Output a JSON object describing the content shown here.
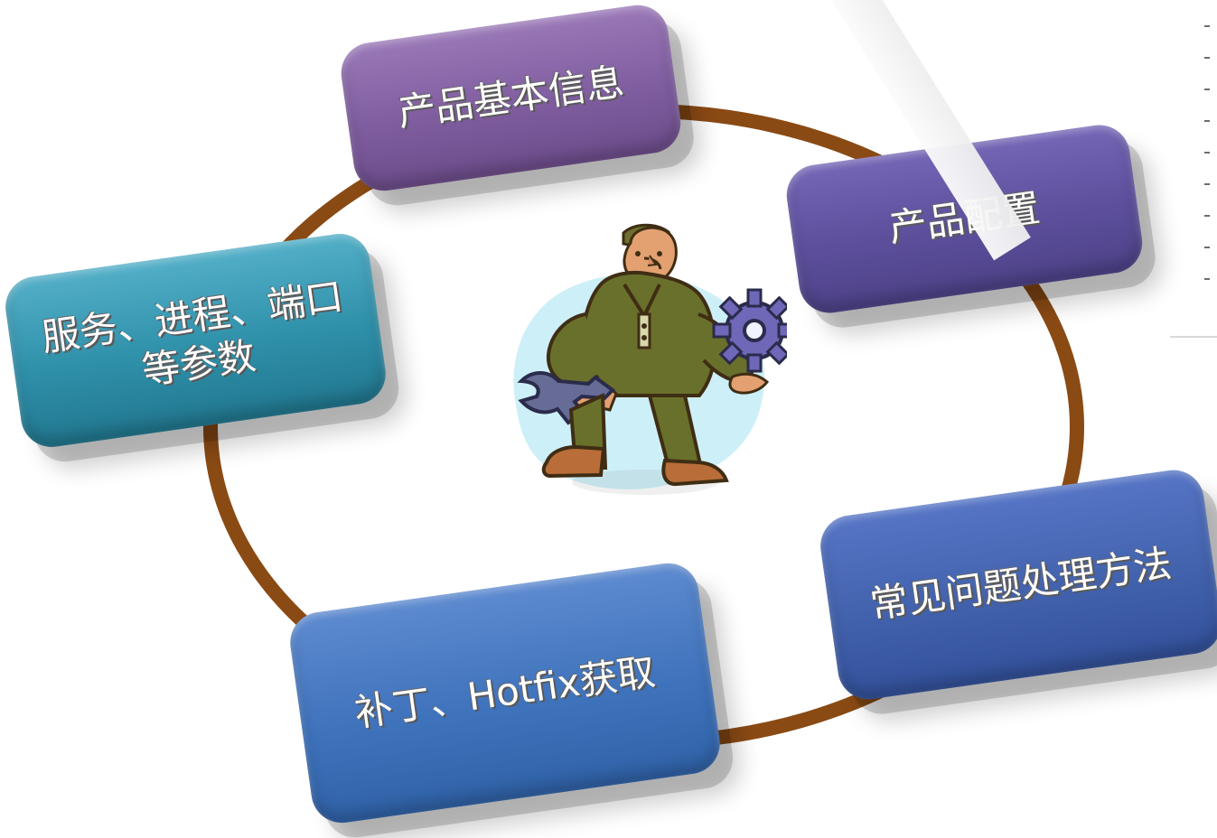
{
  "diagram": {
    "type": "cycle",
    "colors": {
      "ring": "#8a4a14",
      "node_product_info": "#7f5d9f",
      "node_product_config": "#5d4f9c",
      "node_params": "#2f90aa",
      "node_faq": "#4262ad",
      "node_patch": "#3f73bc",
      "background_blob": "#cdeff8",
      "worker_outfit": "#69702b",
      "gear": "#6f68b8"
    },
    "nodes": [
      {
        "id": "product-info",
        "label": "产品基本信息"
      },
      {
        "id": "product-config",
        "label": "产品配置"
      },
      {
        "id": "service-params",
        "label": "服务、进程、端口等参数"
      },
      {
        "id": "faq-methods",
        "label": "常见问题处理方法"
      },
      {
        "id": "patch-hotfix",
        "label": "补丁、Hotfix获取"
      }
    ],
    "center_icon": "mechanic-with-wrench-and-gear-icon",
    "side_panel_icon": "vertical-dash-list-icon"
  }
}
